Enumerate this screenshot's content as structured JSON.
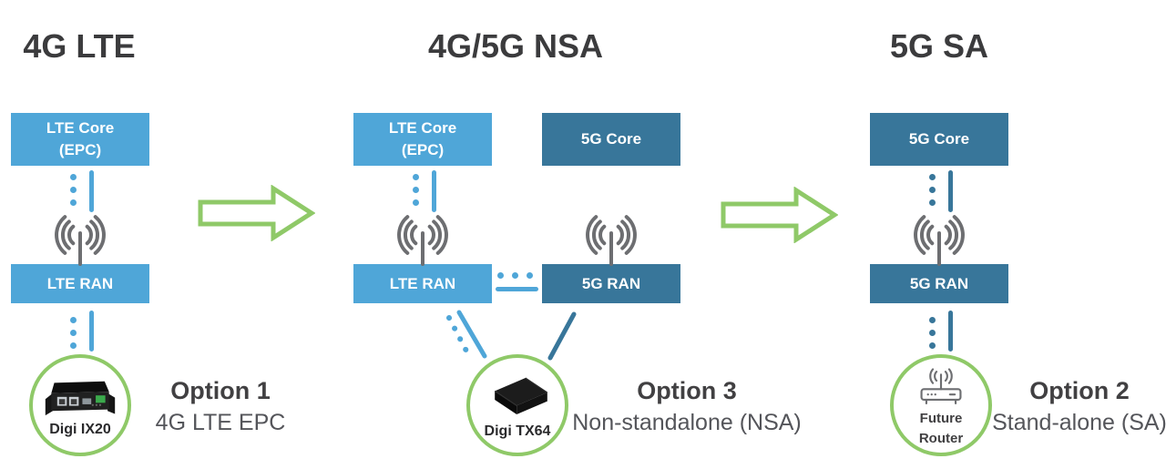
{
  "colors": {
    "light_blue": "#4FA6D8",
    "dark_blue": "#38769A",
    "green": "#8FC968",
    "heading_text": "#3B3B3D",
    "option_subtitle_text": "#54555A",
    "antenna_gray": "#6D6E71",
    "background": "#FFFFFF"
  },
  "icons": {
    "antenna": "cell-tower-antenna",
    "arrow": "right-arrow-outline",
    "future_router": "wifi-router-outline",
    "digi_ix20": "black-industrial-router-photo",
    "digi_tx64": "black-router-photo"
  },
  "columns": {
    "lte": {
      "title": "4G LTE",
      "core_label_line1": "LTE Core",
      "core_label_line2": "(EPC)",
      "ran_label": "LTE RAN",
      "device_label": "Digi IX20",
      "option_title": "Option 1",
      "option_subtitle": "4G LTE EPC"
    },
    "nsa": {
      "title": "4G/5G NSA",
      "lte_core_label_line1": "LTE Core",
      "lte_core_label_line2": "(EPC)",
      "five_g_core_label": "5G Core",
      "lte_ran_label": "LTE RAN",
      "five_g_ran_label": "5G RAN",
      "device_label": "Digi TX64",
      "option_title": "Option 3",
      "option_subtitle": "Non-standalone (NSA)"
    },
    "sa": {
      "title": "5G SA",
      "core_label": "5G Core",
      "ran_label": "5G RAN",
      "device_label_line1": "Future",
      "device_label_line2": "Router",
      "option_title": "Option 2",
      "option_subtitle": "Stand-alone (SA)"
    }
  }
}
